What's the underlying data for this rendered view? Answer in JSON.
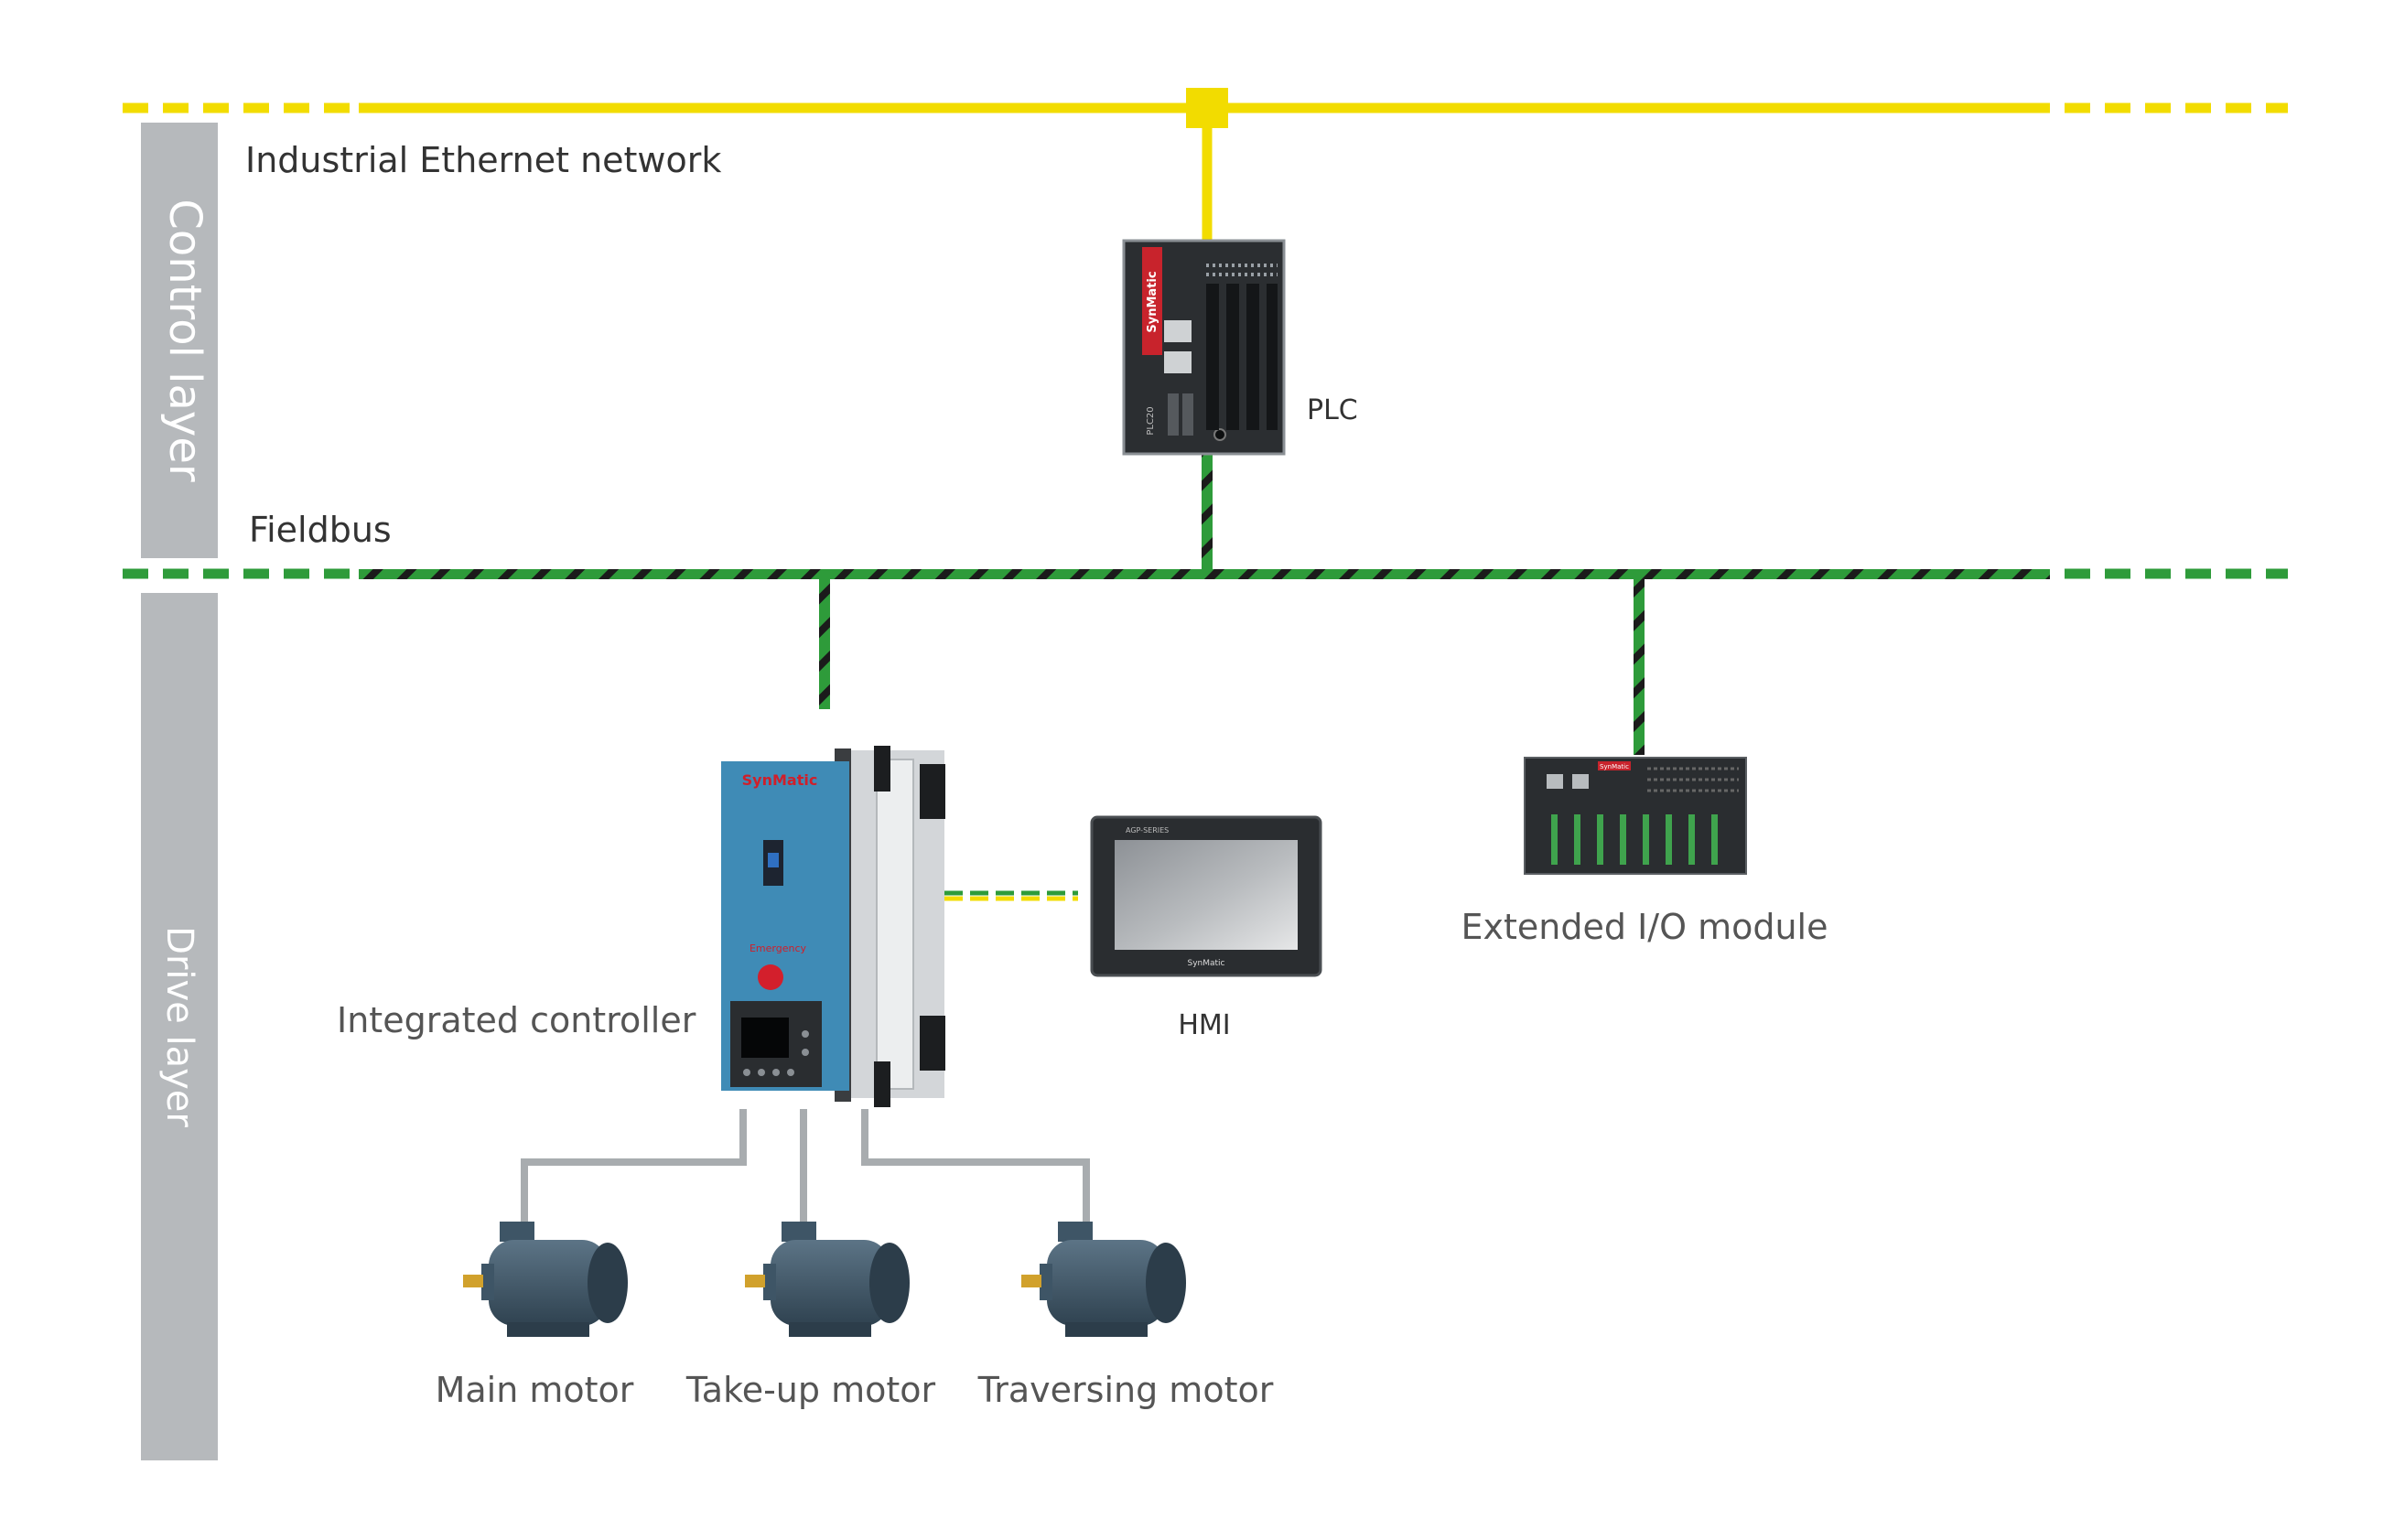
{
  "layers": {
    "control": "Control layer",
    "drive": "Drive layer"
  },
  "networks": {
    "ethernet": "Industrial Ethernet network",
    "fieldbus": "Fieldbus"
  },
  "devices": {
    "plc": "PLC",
    "plc_brand": "SynMatic",
    "plc_model": "PLC20",
    "controller": "Integrated controller",
    "controller_brand": "SynMatic",
    "controller_emergency": "Emergency",
    "hmi": "HMI",
    "hmi_series": "AGP-SERIES",
    "hmi_brand": "SynMatic",
    "io_module": "Extended I/O module",
    "io_brand": "SynMatic"
  },
  "motors": {
    "main": "Main motor",
    "takeup": "Take-up motor",
    "traversing": "Traversing motor"
  },
  "colors": {
    "ethernet": "#f2dc00",
    "fieldbus": "#2e9b3a",
    "layer_bar": "#b6b9bc",
    "cable_gray": "#a8acaf",
    "controller_body": "#3f8bb6",
    "motor": "#3e5566"
  }
}
